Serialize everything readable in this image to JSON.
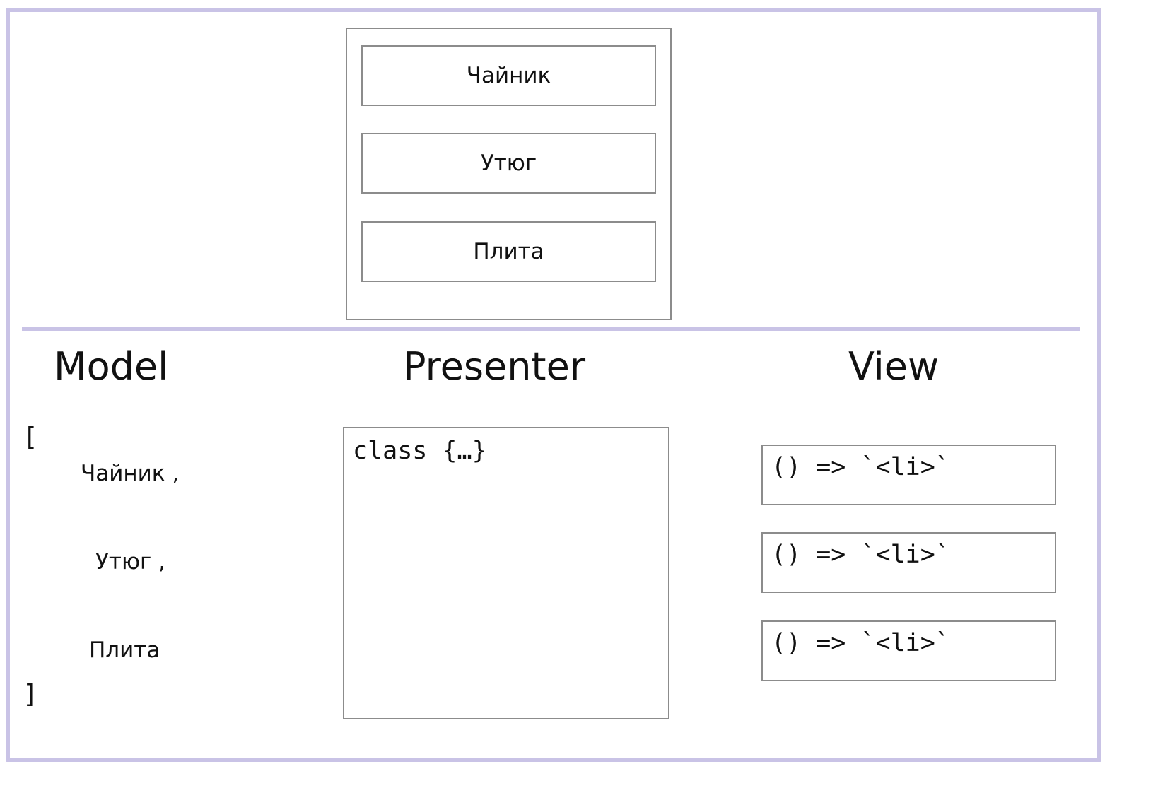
{
  "ui_list": {
    "items": [
      "Чайник",
      "Утюг",
      "Плита"
    ]
  },
  "headings": {
    "model": "Model",
    "presenter": "Presenter",
    "view": "View"
  },
  "model": {
    "open_bracket": "[",
    "items": [
      "Чайник ,",
      "Утюг ,",
      "Плита"
    ],
    "close_bracket": "]"
  },
  "presenter": {
    "code": "class {…}"
  },
  "view": {
    "items": [
      "() => `<li>`",
      "() => `<li>`",
      "() => `<li>`"
    ]
  },
  "colors": {
    "frame": "#c9c3e6",
    "box_border": "#8c8c8c"
  }
}
